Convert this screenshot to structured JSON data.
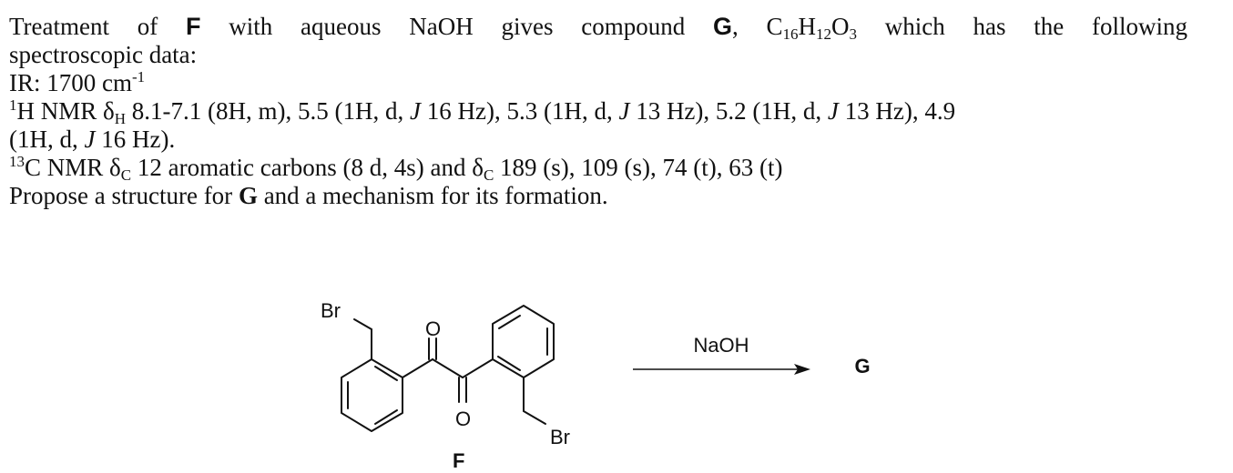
{
  "question": {
    "line1": {
      "w1": "Treatment",
      "w2": "of",
      "compound_f": "F",
      "w3": "with",
      "w4": "aqueous",
      "w5": "NaOH",
      "w6": "gives",
      "w7": "compound",
      "compound_g": "G",
      "comma": ",",
      "formula": {
        "c": "C",
        "c_count": "16",
        "h": "H",
        "h_count": "12",
        "o": "O",
        "o_count": "3"
      },
      "w8": "which",
      "w9": "has",
      "w10": "the",
      "w11": "following"
    },
    "line2": "spectroscopic data:",
    "ir": {
      "label": "IR: 1700 cm",
      "unit_sup": "-1"
    },
    "h_nmr": {
      "isotope": "1",
      "label": "H NMR δ",
      "sub": "H",
      "line1_rest": " 8.1-7.1 (8H, m), 5.5 (1H, d, ",
      "j1": "J",
      "p2": " 16 Hz), 5.3 (1H, d, ",
      "j2": "J",
      "p3": " 13 Hz), 5.2 (1H, d, ",
      "j3": "J",
      "p4": " 13 Hz), 4.9",
      "line2_start": "(1H, d, ",
      "j4": "J",
      "line2_end": " 16 Hz)."
    },
    "c_nmr": {
      "isotope": "13",
      "label": "C NMR δ",
      "sub1": "C",
      "mid": " 12 aromatic carbons (8 d, 4s) and δ",
      "sub2": "C",
      "end": " 189 (s), 109 (s), 74 (t), 63 (t)"
    },
    "task": {
      "start": "Propose a structure for ",
      "bold": "G",
      "end": " and a mechanism for its formation."
    }
  },
  "scheme": {
    "br_top": "Br",
    "o_top": "O",
    "o_bottom": "O",
    "br_bottom": "Br",
    "label_reactant": "F",
    "reagent": "NaOH",
    "product": "G"
  }
}
